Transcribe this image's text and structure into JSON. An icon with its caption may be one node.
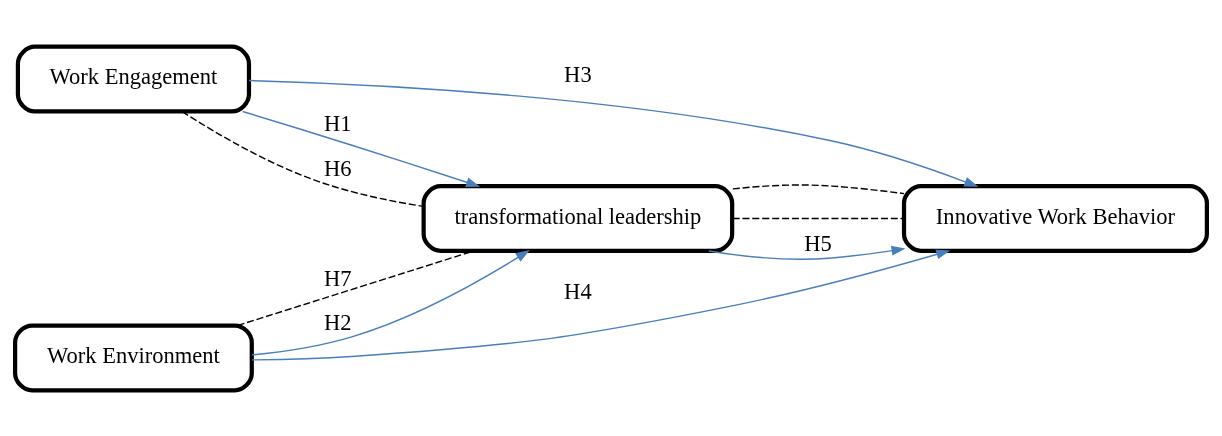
{
  "diagram": {
    "nodes": [
      {
        "text": [
          "Work Engagement"
        ]
      },
      {
        "text": [
          "transformational leadership"
        ]
      },
      {
        "text": [
          "Innovative Work Behavior"
        ]
      },
      {
        "text": [
          "Work Environment"
        ]
      }
    ],
    "edges": [
      {
        "from": 0,
        "to": 1,
        "arrow": "to",
        "label": "H1"
      },
      {
        "from": 0,
        "to": 2,
        "arrow": "to",
        "label": "H3"
      },
      {
        "from": 0,
        "to": 1,
        "arrow": "none",
        "label": "H6",
        "style": "dashed",
        "color": "#000000"
      },
      {
        "from": 1,
        "to": 2,
        "arrow": "none",
        "style": "dashed",
        "color": "#000000"
      },
      {
        "from": 1,
        "to": 2,
        "arrow": "to",
        "label": "H5"
      },
      {
        "from": 1,
        "to": 2,
        "arrow": "none",
        "style": "dashed",
        "color": "#000000"
      },
      {
        "from": 3,
        "to": 1,
        "arrow": "none",
        "label": "H7",
        "style": "dashed",
        "color": "#000000"
      },
      {
        "from": 3,
        "to": 1,
        "arrow": "to",
        "label": "H2"
      },
      {
        "from": 3,
        "to": 2,
        "arrow": "to",
        "label": "H4"
      }
    ]
  }
}
